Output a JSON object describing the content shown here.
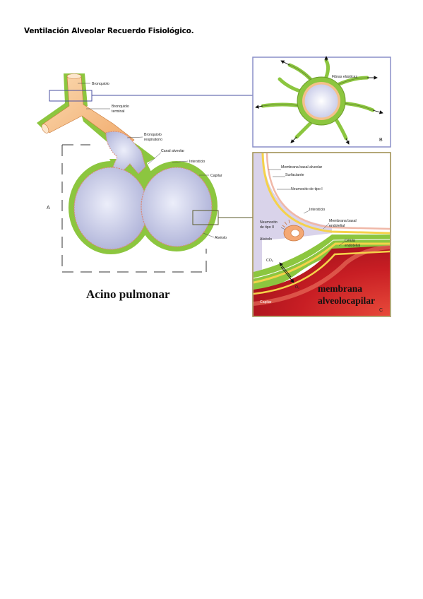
{
  "document": {
    "title": "Ventilación Alveolar Recuerdo Fisiológico."
  },
  "figure": {
    "panel_a": {
      "letter": "A",
      "caption": "Acino pulmonar",
      "labels": {
        "bronquiolo": "Bronquiolo",
        "bronquiolo_terminal_1": "Bronquiolo",
        "bronquiolo_terminal_2": "terminal",
        "bronquiolo_respiratorio_1": "Bronquiolo",
        "bronquiolo_respiratorio_2": "respiratorio",
        "canal_alveolar": "Canal alveolar",
        "intersticio": "Intersticio",
        "capilar": "Capilar",
        "alveolo": "Alvéolo"
      }
    },
    "panel_b": {
      "letter": "B",
      "labels": {
        "fibras_elasticas": "Fibras elásticas"
      }
    },
    "panel_c": {
      "letter": "C",
      "caption_line1": "membrana",
      "caption_line2": "alveolocapilar",
      "labels": {
        "membrana_basal_alveolar": "Membrana basal alveolar",
        "surfactante": "Surfactante",
        "neumocito_tipo_1": "Neumocito de tipo I",
        "intersticio": "Intersticio",
        "neumocito_tipo_2_l1": "Neumocito",
        "neumocito_tipo_2_l2": "de tipo II",
        "membrana_basal_endotelial_l1": "Membrana basal",
        "membrana_basal_endotelial_l2": "endotelial",
        "alveolo": "Alvéolo",
        "celula_endotelial_l1": "Célula",
        "celula_endotelial_l2": "endotelial",
        "co2": "CO₂",
        "o2": "O₂",
        "capilar": "Capilar"
      }
    },
    "colors": {
      "green": "#8cc63f",
      "airway": "#f4c08a",
      "alveolus": "#c7c9e6",
      "frame_b": "#8a8fc8",
      "frame_c": "#9c8a4a",
      "blood": "#d8262a"
    }
  }
}
